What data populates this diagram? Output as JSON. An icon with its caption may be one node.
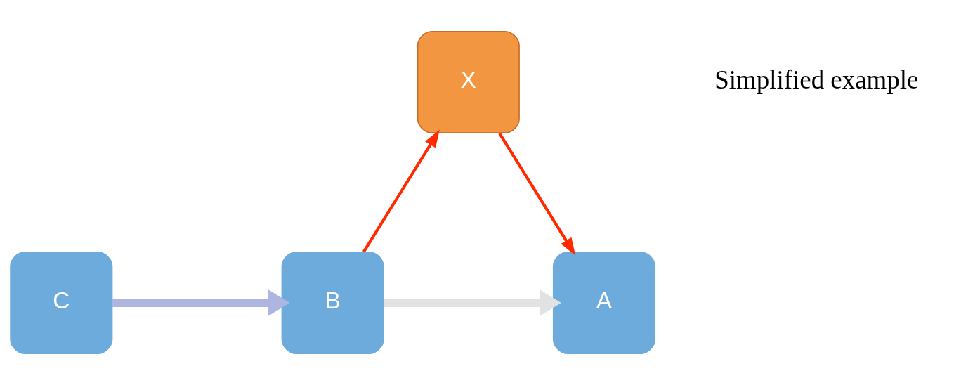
{
  "diagram": {
    "nodes": [
      {
        "text": [
          "X"
        ]
      },
      {
        "text": [
          "A"
        ]
      },
      {
        "text": [
          "B"
        ]
      },
      {
        "text": [
          "C"
        ]
      }
    ],
    "edges": [
      {
        "from": 0,
        "to": 1,
        "arrow": "to",
        "color": "#ff2a00"
      },
      {
        "from": 2,
        "to": 0,
        "arrow": "to",
        "color": "#ff2a00"
      },
      {
        "from": 2,
        "to": 1,
        "arrow": "to",
        "style": "thick",
        "color": "#e2e2e2"
      },
      {
        "from": 3,
        "to": 2,
        "arrow": "to",
        "style": "thick",
        "color": "#adb5e0"
      }
    ],
    "labels": [
      "Simplified example"
    ]
  }
}
